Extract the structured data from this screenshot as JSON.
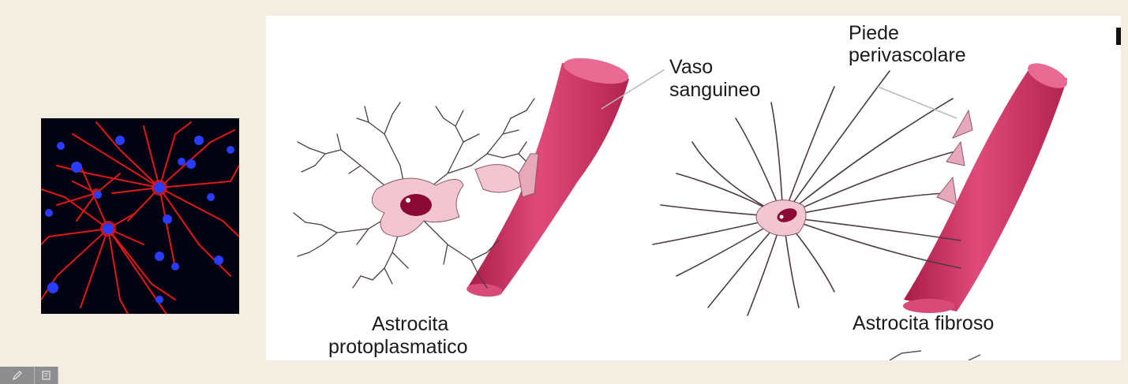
{
  "photo": {
    "description_icon": "fluorescent-astrocyte-photo",
    "colors": {
      "background": "#020212",
      "cell": "#e01010",
      "nucleus": "#2a2aff"
    }
  },
  "diagram": {
    "labels": {
      "vaso_sanguineo": [
        "Vaso",
        "sanguineo"
      ],
      "piede_perivascolare": [
        "Piede",
        "perivascolare"
      ],
      "astrocita_protoplasmatico": [
        "Astrocita",
        "protoplasmatico"
      ],
      "astrocita_fibroso": "Astrocita fibroso"
    },
    "colors": {
      "vessel": "#cf2f61",
      "cell_body": "#f2c6d0",
      "nucleus": "#8a0a35",
      "process": "#5a4a55"
    }
  },
  "toolbar": {
    "buttons": [
      {
        "icon": "pencil-icon"
      },
      {
        "icon": "note-icon"
      }
    ]
  }
}
